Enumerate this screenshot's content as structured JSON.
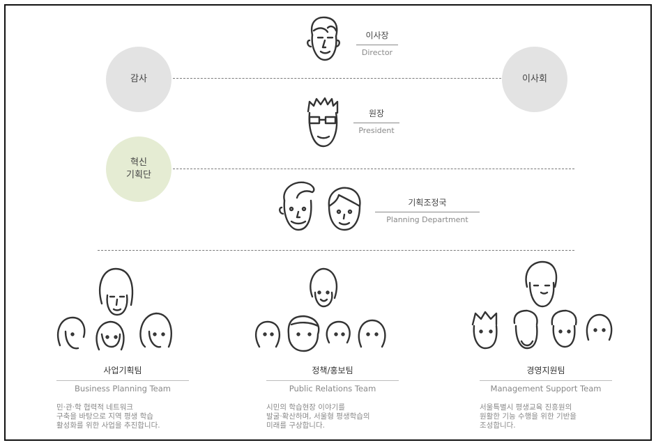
{
  "chart": {
    "director": {
      "ko": "이사장",
      "en": "Director"
    },
    "president": {
      "ko": "원장",
      "en": "President"
    },
    "planning": {
      "ko": "기획조정국",
      "en": "Planning Department"
    },
    "audit": "감사",
    "board": "이사회",
    "innovation": {
      "line1": "혁신",
      "line2": "기획단"
    }
  },
  "teams": [
    {
      "name": "사업기획팀",
      "en": "Business Planning Team",
      "desc": "민·관·학 협력적 네트워크\n구축을 바탕으로 지역 평생 학습\n활성화를 위한 사업을 추진합니다."
    },
    {
      "name": "정책/홍보팀",
      "en": "Public Relations Team",
      "desc": "시민의 학습현장 이야기를\n발굴·확산하며, 서울형 평생학습의\n미래를 구상합니다."
    },
    {
      "name": "경영지원팀",
      "en": "Management Support Team",
      "desc": "서울특별시 평생교육 진흥원의\n원활한 기능 수행을 위한 기반을\n조성합니다."
    }
  ],
  "colors": {
    "gray_circle": "#e3e3e3",
    "green_circle": "#e5ecd3",
    "line": "#333333"
  }
}
